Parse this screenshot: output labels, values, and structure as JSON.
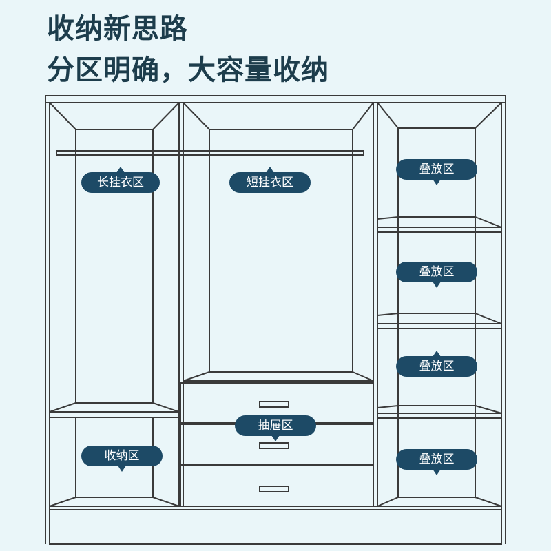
{
  "headline": {
    "line1": "收纳新思路",
    "line2": "分区明确，大容量收纳"
  },
  "zones": {
    "long_hanging": "长挂衣区",
    "short_hanging": "短挂衣区",
    "folding_1": "叠放区",
    "folding_2": "叠放区",
    "folding_3": "叠放区",
    "folding_4": "叠放区",
    "drawer": "抽屉区",
    "storage": "收纳区"
  },
  "colors": {
    "background": "#eaf6f9",
    "headline": "#1d3d4c",
    "tag": "#1d4a66",
    "line": "#3a3a3a"
  }
}
